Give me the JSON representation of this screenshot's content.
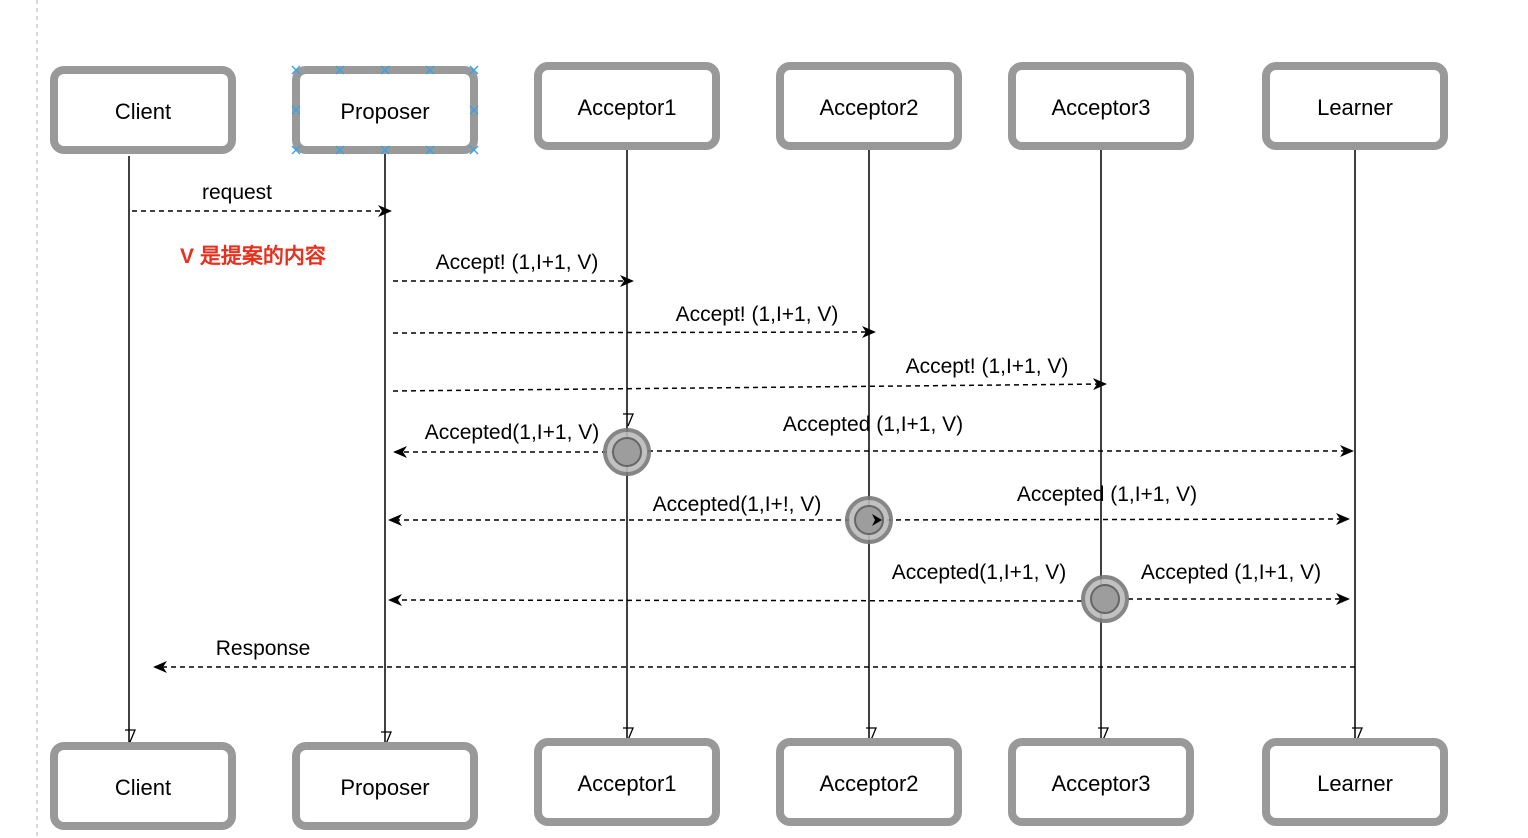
{
  "participants_top": [
    {
      "id": "client",
      "label": "Client"
    },
    {
      "id": "proposer",
      "label": "Proposer",
      "selected": true
    },
    {
      "id": "acceptor1",
      "label": "Acceptor1"
    },
    {
      "id": "acceptor2",
      "label": "Acceptor2"
    },
    {
      "id": "acceptor3",
      "label": "Acceptor3"
    },
    {
      "id": "learner",
      "label": "Learner"
    }
  ],
  "participants_bottom": [
    {
      "id": "client",
      "label": "Client"
    },
    {
      "id": "proposer",
      "label": "Proposer"
    },
    {
      "id": "acceptor1",
      "label": "Acceptor1"
    },
    {
      "id": "acceptor2",
      "label": "Acceptor2"
    },
    {
      "id": "acceptor3",
      "label": "Acceptor3"
    },
    {
      "id": "learner",
      "label": "Learner"
    }
  ],
  "note": "V 是提案的内容",
  "messages": [
    {
      "from": "client",
      "to": "proposer",
      "label": "request"
    },
    {
      "from": "proposer",
      "to": "acceptor1",
      "label": "Accept! (1,I+1, V)"
    },
    {
      "from": "proposer",
      "to": "acceptor2",
      "label": "Accept! (1,I+1, V)"
    },
    {
      "from": "proposer",
      "to": "acceptor3",
      "label": "Accept! (1,I+1, V)"
    },
    {
      "from": "acceptor1",
      "to": "proposer",
      "label": "Accepted(1,I+1, V)"
    },
    {
      "from": "acceptor1",
      "to": "learner",
      "label": "Accepted (1,I+1, V)"
    },
    {
      "from": "acceptor2",
      "to": "proposer",
      "label": "Accepted(1,I+!, V)"
    },
    {
      "from": "acceptor2",
      "to": "learner",
      "label": "Accepted (1,I+1, V)"
    },
    {
      "from": "acceptor3",
      "to": "proposer",
      "label": "Accepted(1,I+1, V)"
    },
    {
      "from": "acceptor3",
      "to": "learner",
      "label": "Accepted (1,I+1, V)"
    },
    {
      "from": "learner",
      "to": "client",
      "label": "Response"
    }
  ],
  "colors": {
    "box_border": "#999999",
    "note_text": "#e8301f",
    "selection_handles": "#3aa3e3",
    "node_fill": "#bbbbbb"
  }
}
